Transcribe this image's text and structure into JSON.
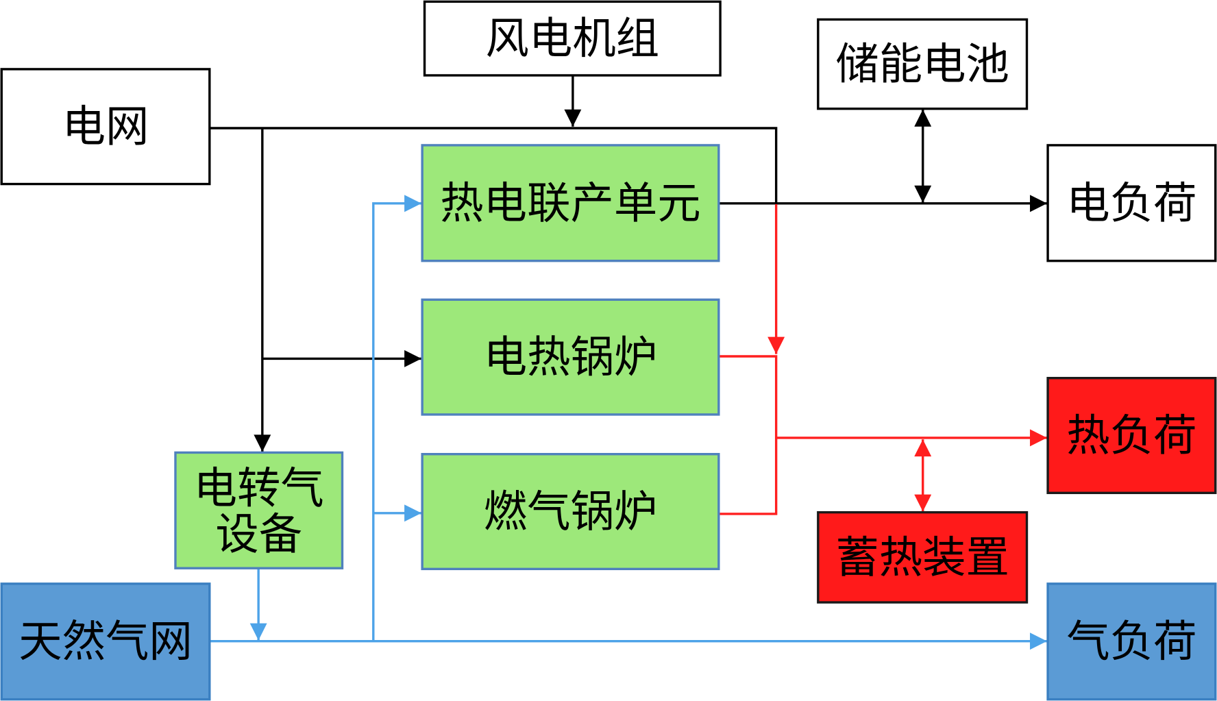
{
  "nodes": {
    "wind_turbine": "风电机组",
    "battery": "储能电池",
    "power_grid": "电网",
    "chp_unit": "热电联产单元",
    "electric_load": "电负荷",
    "electric_boiler": "电热锅炉",
    "heat_load": "热负荷",
    "power_to_gas": {
      "line1": "电转气",
      "line2": "设备"
    },
    "gas_boiler": "燃气锅炉",
    "heat_storage": "蓄热装置",
    "gas_grid": "天然气网",
    "gas_load": "气负荷"
  },
  "colors": {
    "electric_flow": "#000000",
    "heat_flow": "#ff1f1f",
    "gas_flow": "#4da3e8",
    "plain_box": "#ffffff",
    "conversion_box": "#9de87a",
    "conversion_border": "#4f81bd",
    "heat_box": "#ff1a1a",
    "gas_box": "#5b9bd5",
    "gas_border": "#3a7fc1"
  }
}
